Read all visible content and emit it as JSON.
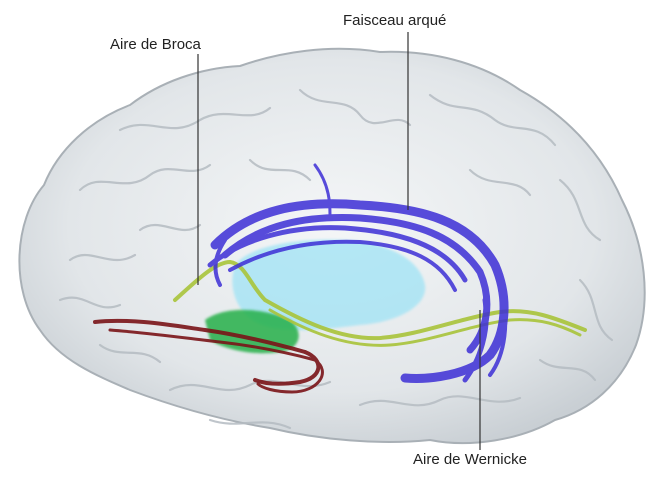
{
  "labels": {
    "broca": "Aire de Broca",
    "arcuate": "Faisceau arqué",
    "wernicke": "Aire de Wernicke"
  },
  "colors": {
    "background": "#ffffff",
    "brain_surface": "#e3e7ea",
    "brain_outline": "#a9b0b6",
    "arcuate_fasciculus": "#3d2fd6",
    "temporal_tract": "#a9c43a",
    "frontal_tract": "#7a1418",
    "insula_region": "#9fe3f5",
    "broca_region": "#27b04a",
    "leader_line": "#333333"
  }
}
